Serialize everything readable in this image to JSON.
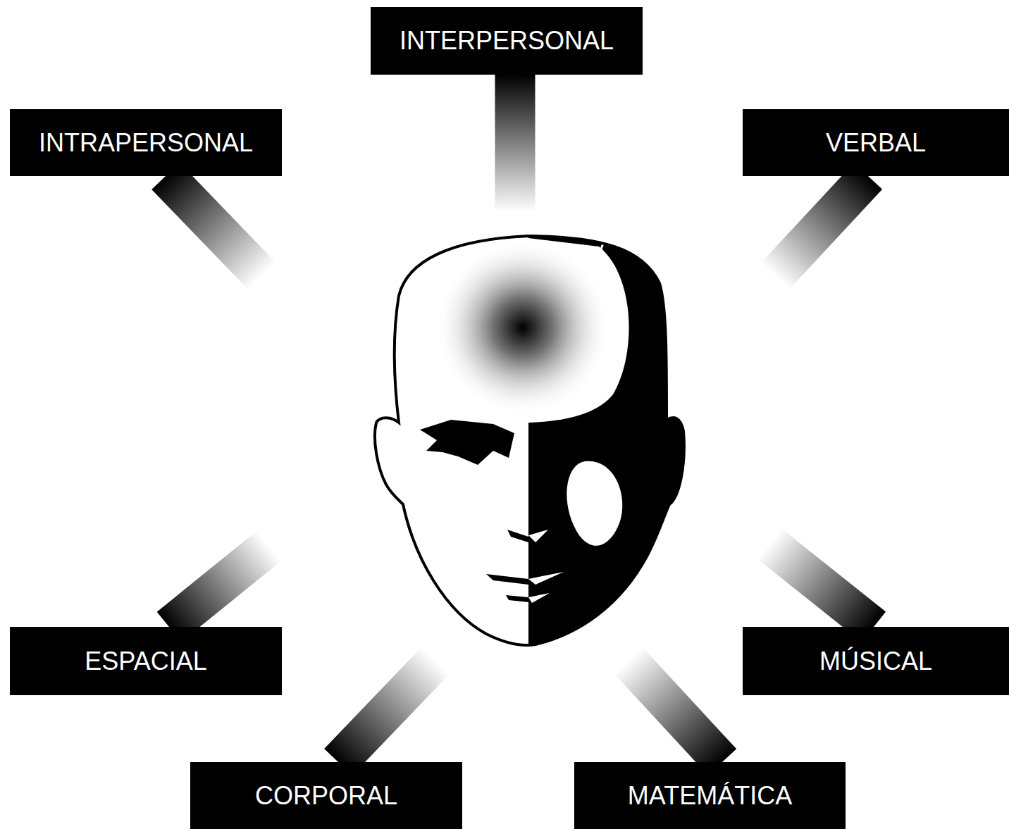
{
  "diagram": {
    "nodes": [
      {
        "text": [
          "INTERPERSONAL"
        ]
      },
      {
        "text": [
          "INTRAPERSONAL"
        ]
      },
      {
        "text": [
          "VERBAL"
        ]
      },
      {
        "text": [
          "ESPACIAL"
        ]
      },
      {
        "text": [
          "MÚSICAL"
        ]
      },
      {
        "text": [
          "CORPORAL"
        ]
      },
      {
        "text": [
          "MATEMÁTICA"
        ]
      }
    ],
    "edges": []
  }
}
